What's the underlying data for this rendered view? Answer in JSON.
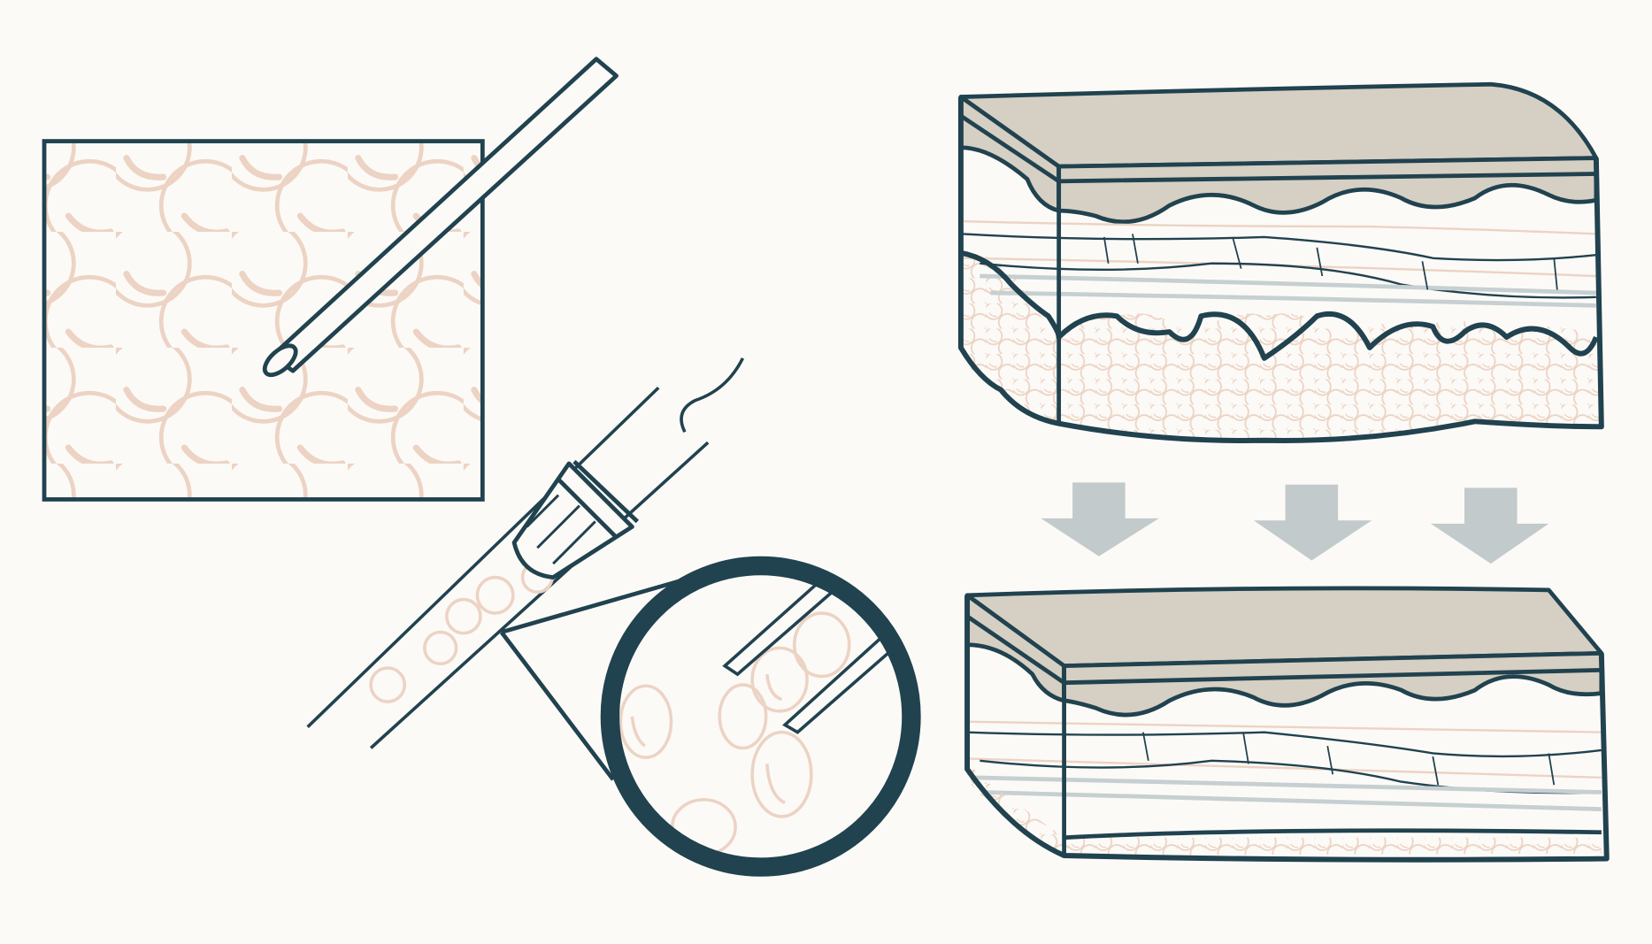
{
  "colors": {
    "background": "#fcfaf7",
    "outline": "#21424f",
    "epidermis": "#d6cfc3",
    "fat_cells": "#ecd3c3",
    "arrows": "#c3cacb",
    "fascia": "#c6cfd1"
  },
  "panels": [
    {
      "name": "fat-tissue-closeup",
      "icon": "fat-cells"
    },
    {
      "name": "cannula-magnified",
      "icon": "cannula"
    },
    {
      "name": "skin-before",
      "icon": "skin-layers-thick-fat"
    },
    {
      "name": "skin-after",
      "icon": "skin-layers-thin-fat"
    }
  ],
  "arrows": {
    "count": 3,
    "direction": "down"
  }
}
